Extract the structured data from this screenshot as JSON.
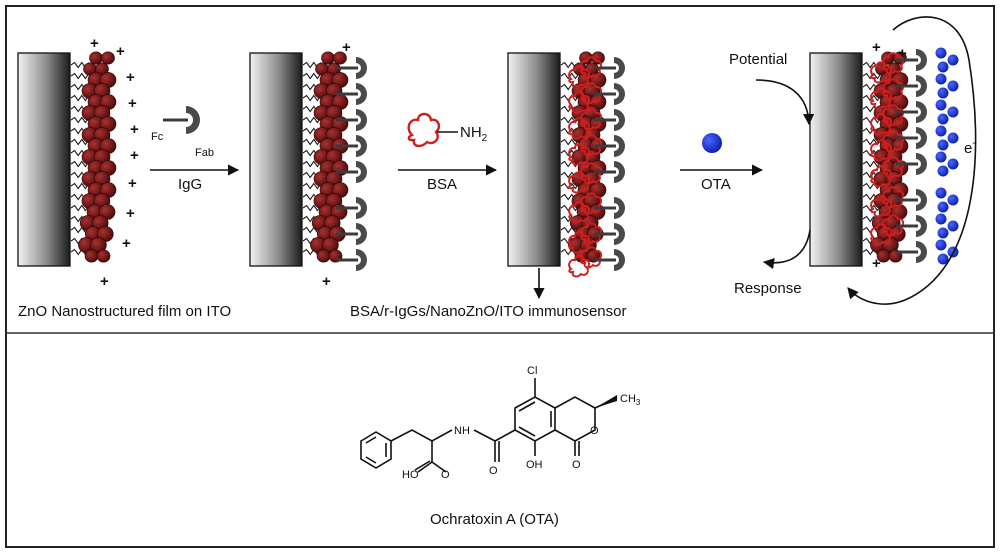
{
  "labels": {
    "igg_fc": "Fc",
    "igg_fab": "Fab",
    "igg_arrow": "IgG",
    "bsa_group": "NH",
    "bsa_sub": "2",
    "bsa_arrow": "BSA",
    "ota_arrow": "OTA",
    "potential": "Potential",
    "response": "Response",
    "electron": "e",
    "electron_sup": "-",
    "electrode1": "ZnO Nanostructured film on ITO",
    "electrode3": "BSA/r-IgGs/NanoZnO/ITO immunosensor",
    "molecule_name": "Ochratoxin A (OTA)",
    "plus": "+"
  },
  "molecule_atoms": {
    "cl": "Cl",
    "ch3": "CH",
    "ch3_sub": "3",
    "nh": "NH",
    "ho": "HO",
    "oh": "OH",
    "o_ring": "O",
    "o_amide": "O",
    "o_acid": "O",
    "o_lactone": "O"
  },
  "colors": {
    "zno": "#7a1414",
    "antibody": "#4a4a4a",
    "bsa": "#d01e1e",
    "ota": "#1530c8"
  }
}
